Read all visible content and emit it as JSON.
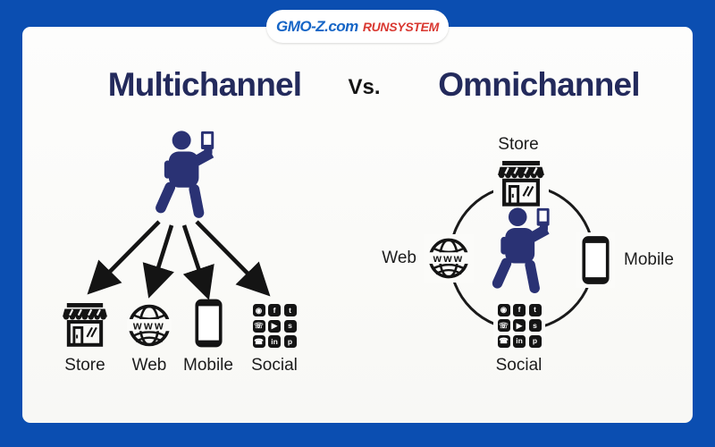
{
  "logo": {
    "brand": "GMO-Z.com",
    "product": "RUNSYSTEM"
  },
  "headings": {
    "left": "Multichannel",
    "separator": "Vs.",
    "right": "Omnichannel"
  },
  "multichannel": {
    "channels": [
      {
        "label": "Store"
      },
      {
        "label": "Web"
      },
      {
        "label": "Mobile"
      },
      {
        "label": "Social"
      }
    ]
  },
  "omnichannel": {
    "channels": [
      {
        "label": "Store"
      },
      {
        "label": "Web"
      },
      {
        "label": "Mobile"
      },
      {
        "label": "Social"
      }
    ]
  },
  "web_globe_text": "www",
  "social_icons": [
    {
      "name": "instagram",
      "glyph": "◉"
    },
    {
      "name": "facebook",
      "glyph": "f"
    },
    {
      "name": "twitter",
      "glyph": "t"
    },
    {
      "name": "whatsapp",
      "glyph": "☏"
    },
    {
      "name": "youtube",
      "glyph": "▶"
    },
    {
      "name": "snapchat",
      "glyph": "s"
    },
    {
      "name": "phone",
      "glyph": "☎"
    },
    {
      "name": "linkedin",
      "glyph": "in"
    },
    {
      "name": "pinterest",
      "glyph": "p"
    }
  ],
  "colors": {
    "frame_blue": "#0b4eb1",
    "heading_navy": "#232a5c",
    "person_navy": "#2a3274",
    "icon_black": "#141414",
    "logo_blue": "#1565c6",
    "logo_red": "#d93831"
  }
}
